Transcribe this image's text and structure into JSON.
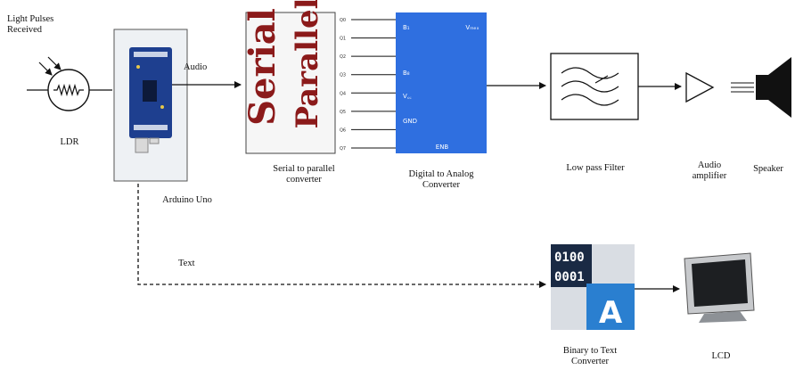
{
  "labels": {
    "light_pulses": "Light Pulses\nReceived",
    "ldr": "LDR",
    "audio": "Audio",
    "arduino": "Arduino Uno",
    "s2p_word_serial": "Serial",
    "s2p_word_parallel": "Parallel",
    "s2p": "Serial to parallel\nconverter",
    "dac": "Digital to Analog\nConverter",
    "lpf": "Low pass Filter",
    "amp": "Audio\namplifier",
    "speaker": "Speaker",
    "text": "Text",
    "b2t": "Binary to Text\nConverter",
    "lcd": "LCD"
  },
  "dac_pins": {
    "b_top": "B₁",
    "vref": "Vₘₑₓ",
    "b_mid": "B₈",
    "vcc": "V꜀꜀",
    "gnd": "GND",
    "enb": "ENB"
  },
  "s2p_pins": [
    "Q0",
    "Q1",
    "Q2",
    "Q3",
    "Q4",
    "Q5",
    "Q6",
    "Q7"
  ],
  "b2t": {
    "line1": "0100",
    "line2": "0001",
    "glyph": "A"
  },
  "colors": {
    "dac_blue": "#2f6fe0",
    "serial_red": "#8b1a1a",
    "arduino_blue": "#1e3f8f",
    "b2t_dark": "#1a2a44",
    "b2t_blue": "#2a7fd0",
    "line": "#111111"
  }
}
